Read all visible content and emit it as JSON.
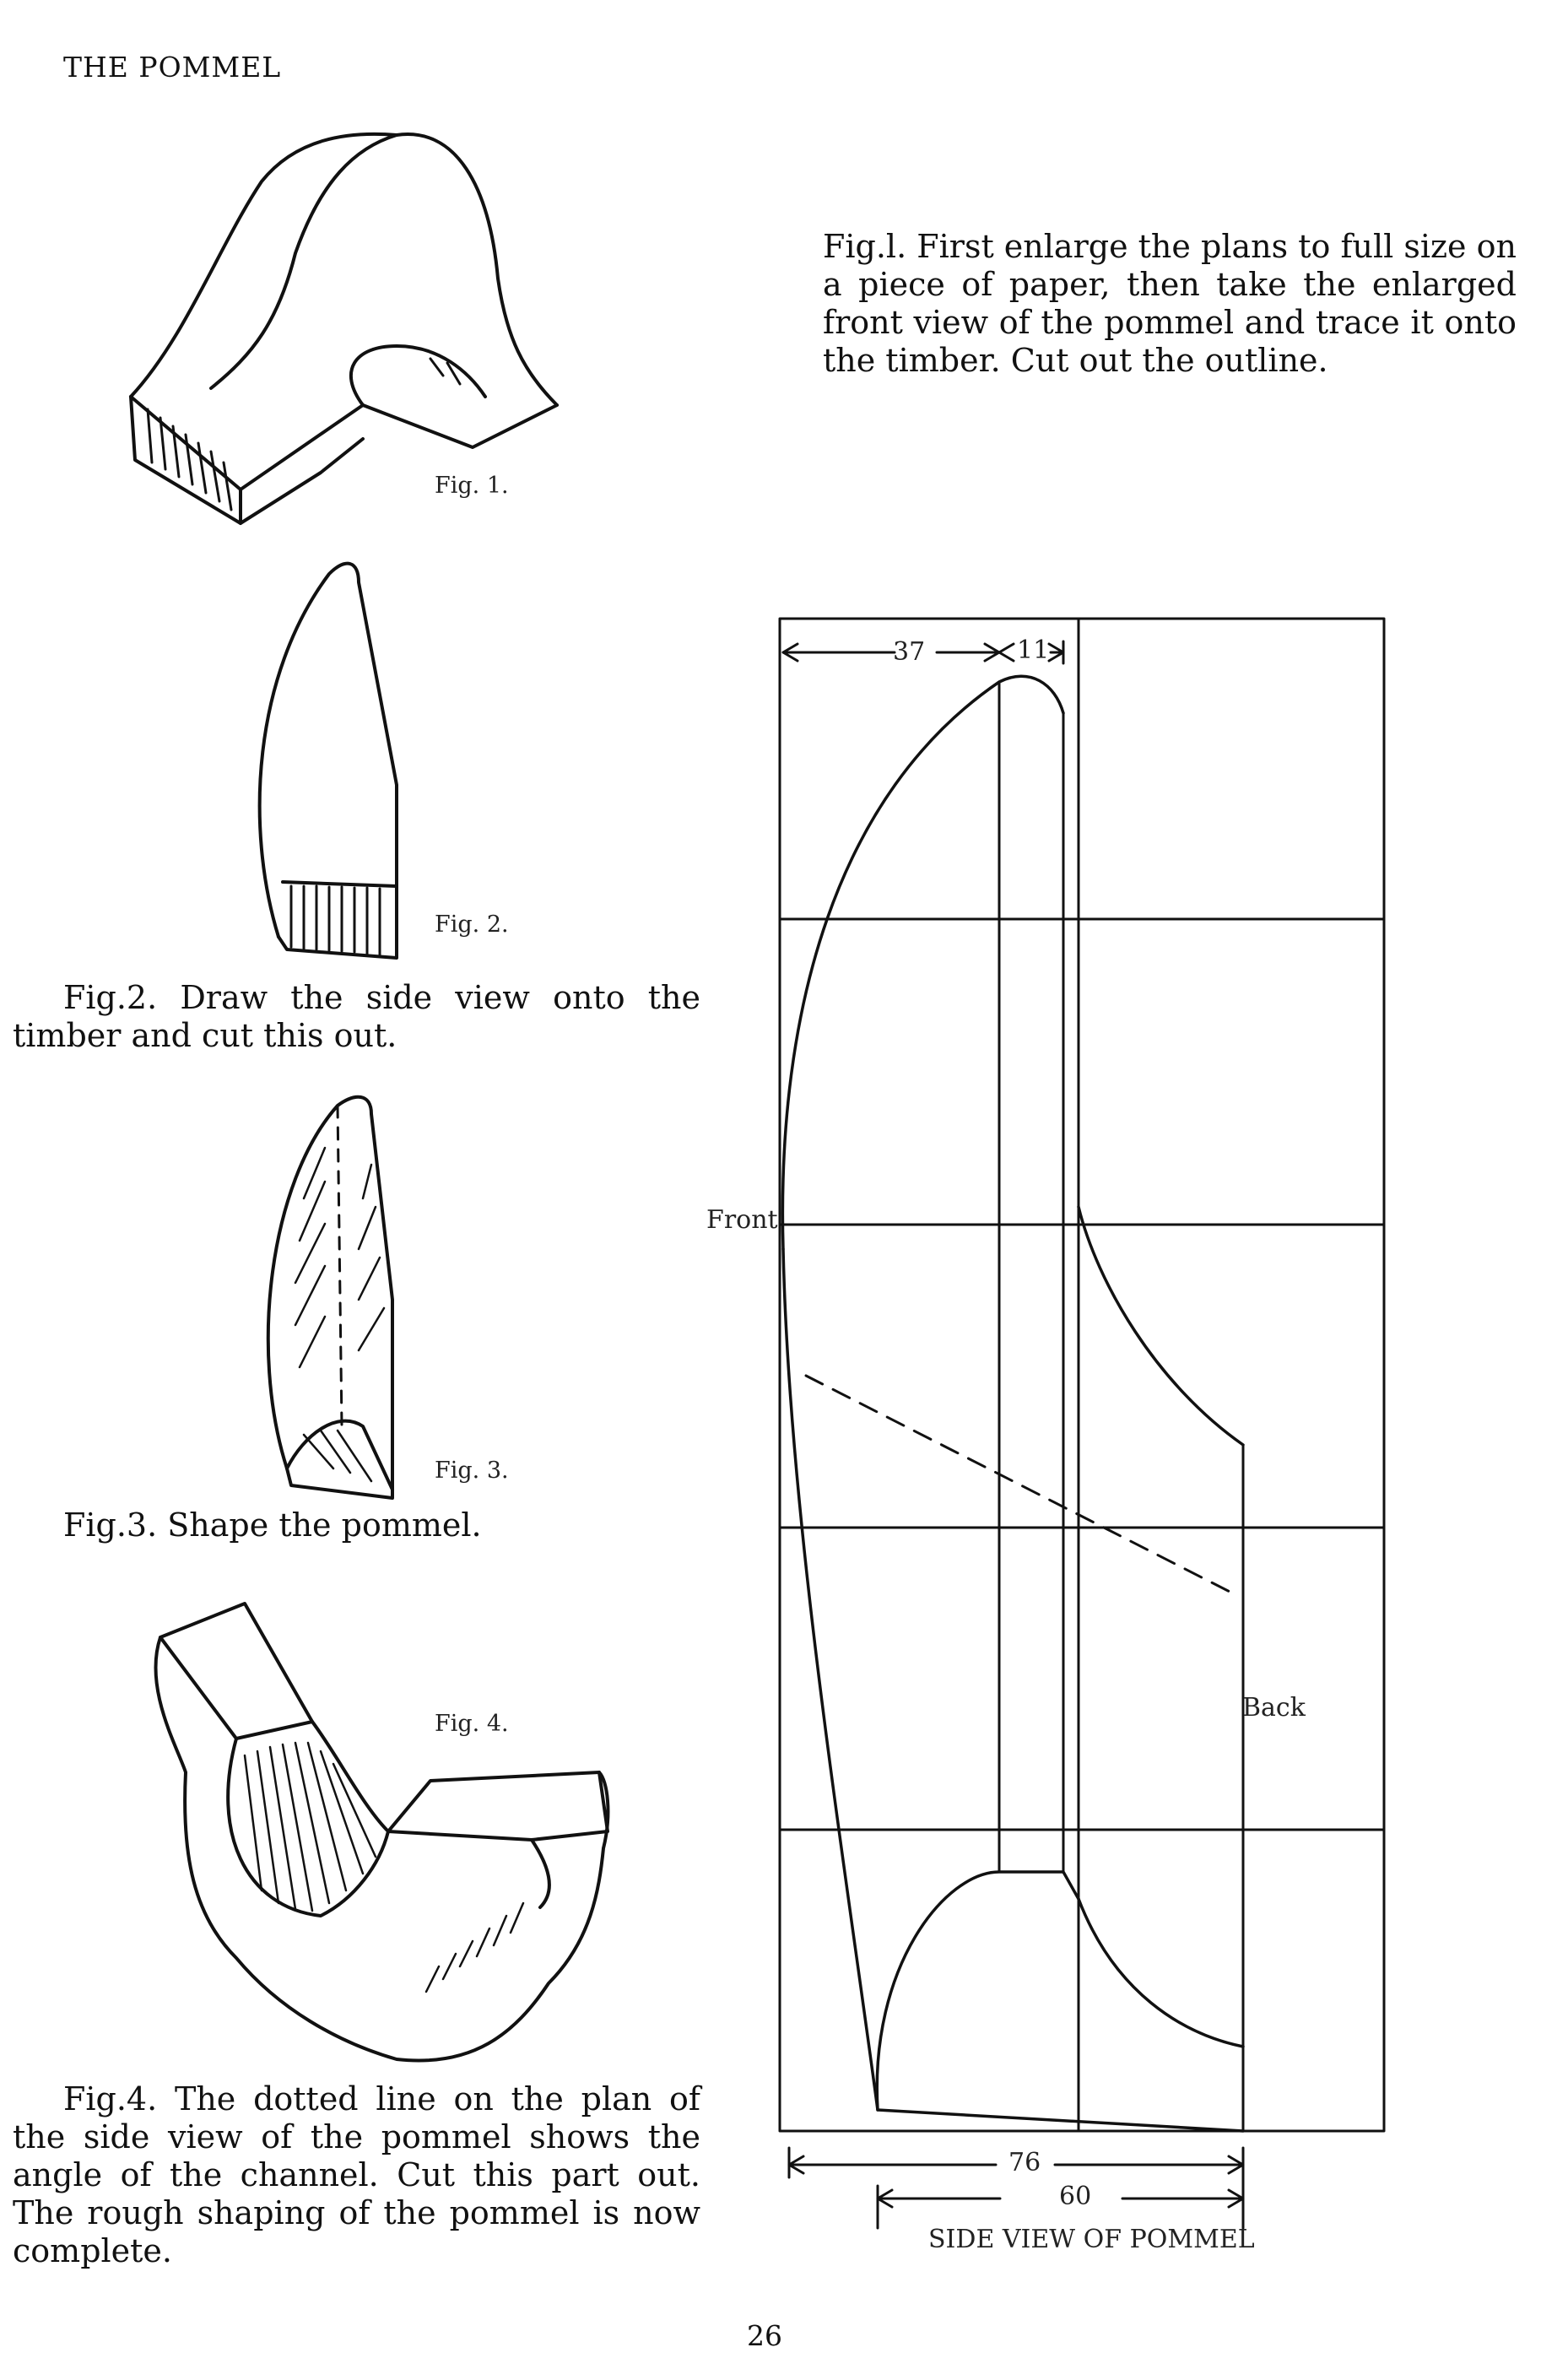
{
  "header": {
    "title": "THE POMMEL"
  },
  "figures": [
    {
      "caption": "Fig. 1.",
      "text": "Fig.l. First enlarge the plans to full size on a piece of paper, then take the enlarged front view of the pommel and trace it onto the timber. Cut out the outline."
    },
    {
      "caption": "Fig. 2.",
      "text": "Fig.2. Draw the side view onto the timber and cut this out."
    },
    {
      "caption": "Fig. 3.",
      "text": "Fig.3. Shape the pommel."
    },
    {
      "caption": "Fig. 4.",
      "text": "Fig.4. The dotted line on the plan of the side view of the pommel shows the angle of the channel. Cut this part out. The rough shaping of the pommel is now complete."
    }
  ],
  "plan": {
    "title": "SIDE VIEW OF POMMEL",
    "front_label": "Front",
    "back_label": "Back",
    "dimensions": {
      "top_a": "37",
      "top_b": "11",
      "bottom_a": "76",
      "bottom_b": "60"
    }
  },
  "footer": {
    "page_number": "26"
  }
}
